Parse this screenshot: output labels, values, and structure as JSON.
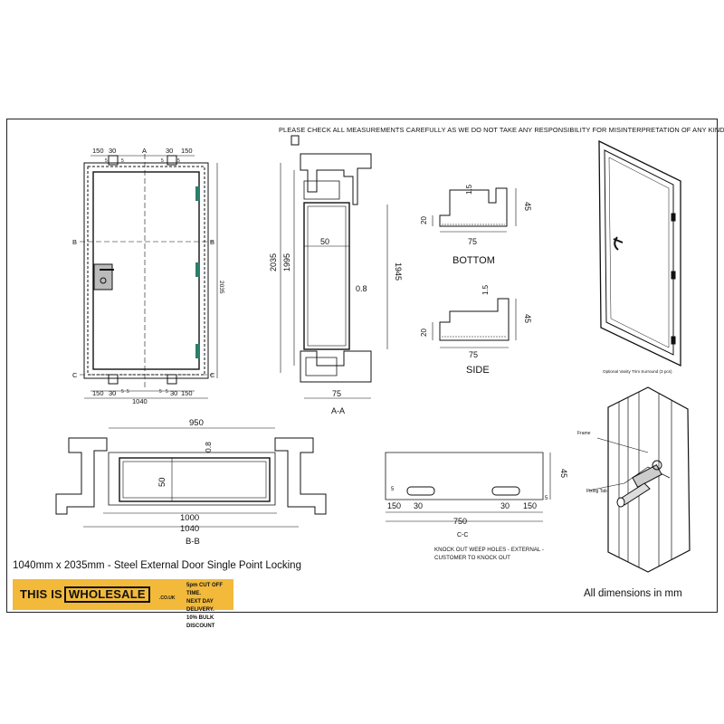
{
  "disclaimer": "PLEASE CHECK ALL MEASUREMENTS CAREFULLY AS WE DO NOT TAKE ANY RESPONSIBILITY FOR MISINTERPRETATION OF ANY KIND",
  "title": "1040mm x 2035mm - Steel External Door Single Point Locking",
  "footer_note": "All dimensions in mm",
  "knockout_note": "KNOCK OUT WEEP HOLES - EXTERNAL - CUSTOMER TO KNOCK OUT",
  "brand": {
    "name_left": "THIS IS",
    "name_boxed": "WHOLESALE",
    "domain": ".CO.UK",
    "promo_lines": [
      "5pm CUT OFF TIME.",
      "NEXT DAY DELIVERY.",
      "10% BULK DISCOUNT"
    ]
  },
  "elevation": {
    "top_dims": [
      "150",
      "30",
      "5",
      "5",
      "A",
      "5",
      "5",
      "30",
      "150"
    ],
    "bottom_dims": [
      "150",
      "30",
      "5",
      "5",
      "5",
      "5",
      "30",
      "150"
    ],
    "width": "1040",
    "height": "2035",
    "section_marks": [
      "A",
      "B",
      "B",
      "C",
      "C"
    ]
  },
  "section_aa": {
    "label": "A-A",
    "dims": [
      "2035",
      "1995",
      "1945",
      "50",
      "0.8",
      "75"
    ]
  },
  "profile_bottom": {
    "label": "BOTTOM",
    "dims": [
      "1.5",
      "20",
      "45",
      "75"
    ]
  },
  "profile_side": {
    "label": "SIDE",
    "dims": [
      "1.5",
      "20",
      "45",
      "75"
    ]
  },
  "section_bb": {
    "label": "B-B",
    "dims": [
      "950",
      "0.8",
      "50",
      "1000",
      "1040"
    ]
  },
  "section_cc": {
    "label": "C-C",
    "dims": [
      "45",
      "5",
      "150",
      "30",
      "30",
      "150",
      "5",
      "750"
    ]
  },
  "iso": {
    "vanity_note": "Optional Vanity Trim Surround (3 pcs)",
    "labels": [
      "Frame",
      "Fixing Tab"
    ]
  }
}
